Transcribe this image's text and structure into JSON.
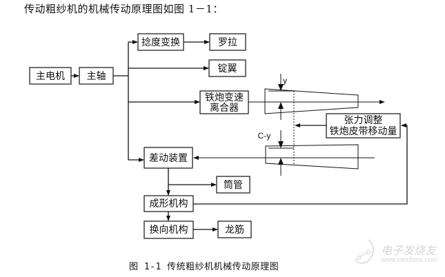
{
  "intro_text": "传动粗纱机的机械传动原理图如图 1－1：",
  "caption": "图 1-1 传统粗纱机机械传动原理图",
  "watermark": {
    "name": "电子发烧友",
    "url": "www.elecfans.com"
  },
  "nodes": {
    "motor": "主电机",
    "main_shaft": "主轴",
    "twist_change": "捻度变换",
    "roller": "罗拉",
    "flyer": "锭翼",
    "cone_clutch_line1": "铁炮变速",
    "cone_clutch_line2": "离合器",
    "tension_line1": "张力调整",
    "tension_line2": "铁炮皮带移动量",
    "differential": "差动装置",
    "bobbin": "筒管",
    "building": "成形机构",
    "reversing": "换向机构",
    "rail": "龙筋"
  },
  "cone_labels": {
    "upper": "y",
    "lower": "C-y"
  },
  "edges": [
    [
      "主电机",
      "主轴"
    ],
    [
      "主轴",
      "捻度变换"
    ],
    [
      "捻度变换",
      "罗拉"
    ],
    [
      "主轴",
      "锭翼"
    ],
    [
      "主轴",
      "铁炮变速离合器"
    ],
    [
      "主轴",
      "差动装置"
    ],
    [
      "下铁炮",
      "差动装置"
    ],
    [
      "张力调整",
      "铁炮皮带"
    ],
    [
      "差动装置",
      "筒管"
    ],
    [
      "差动装置",
      "成形机构"
    ],
    [
      "成形机构",
      "张力调整"
    ],
    [
      "成形机构",
      "换向机构"
    ],
    [
      "换向机构",
      "龙筋"
    ]
  ]
}
